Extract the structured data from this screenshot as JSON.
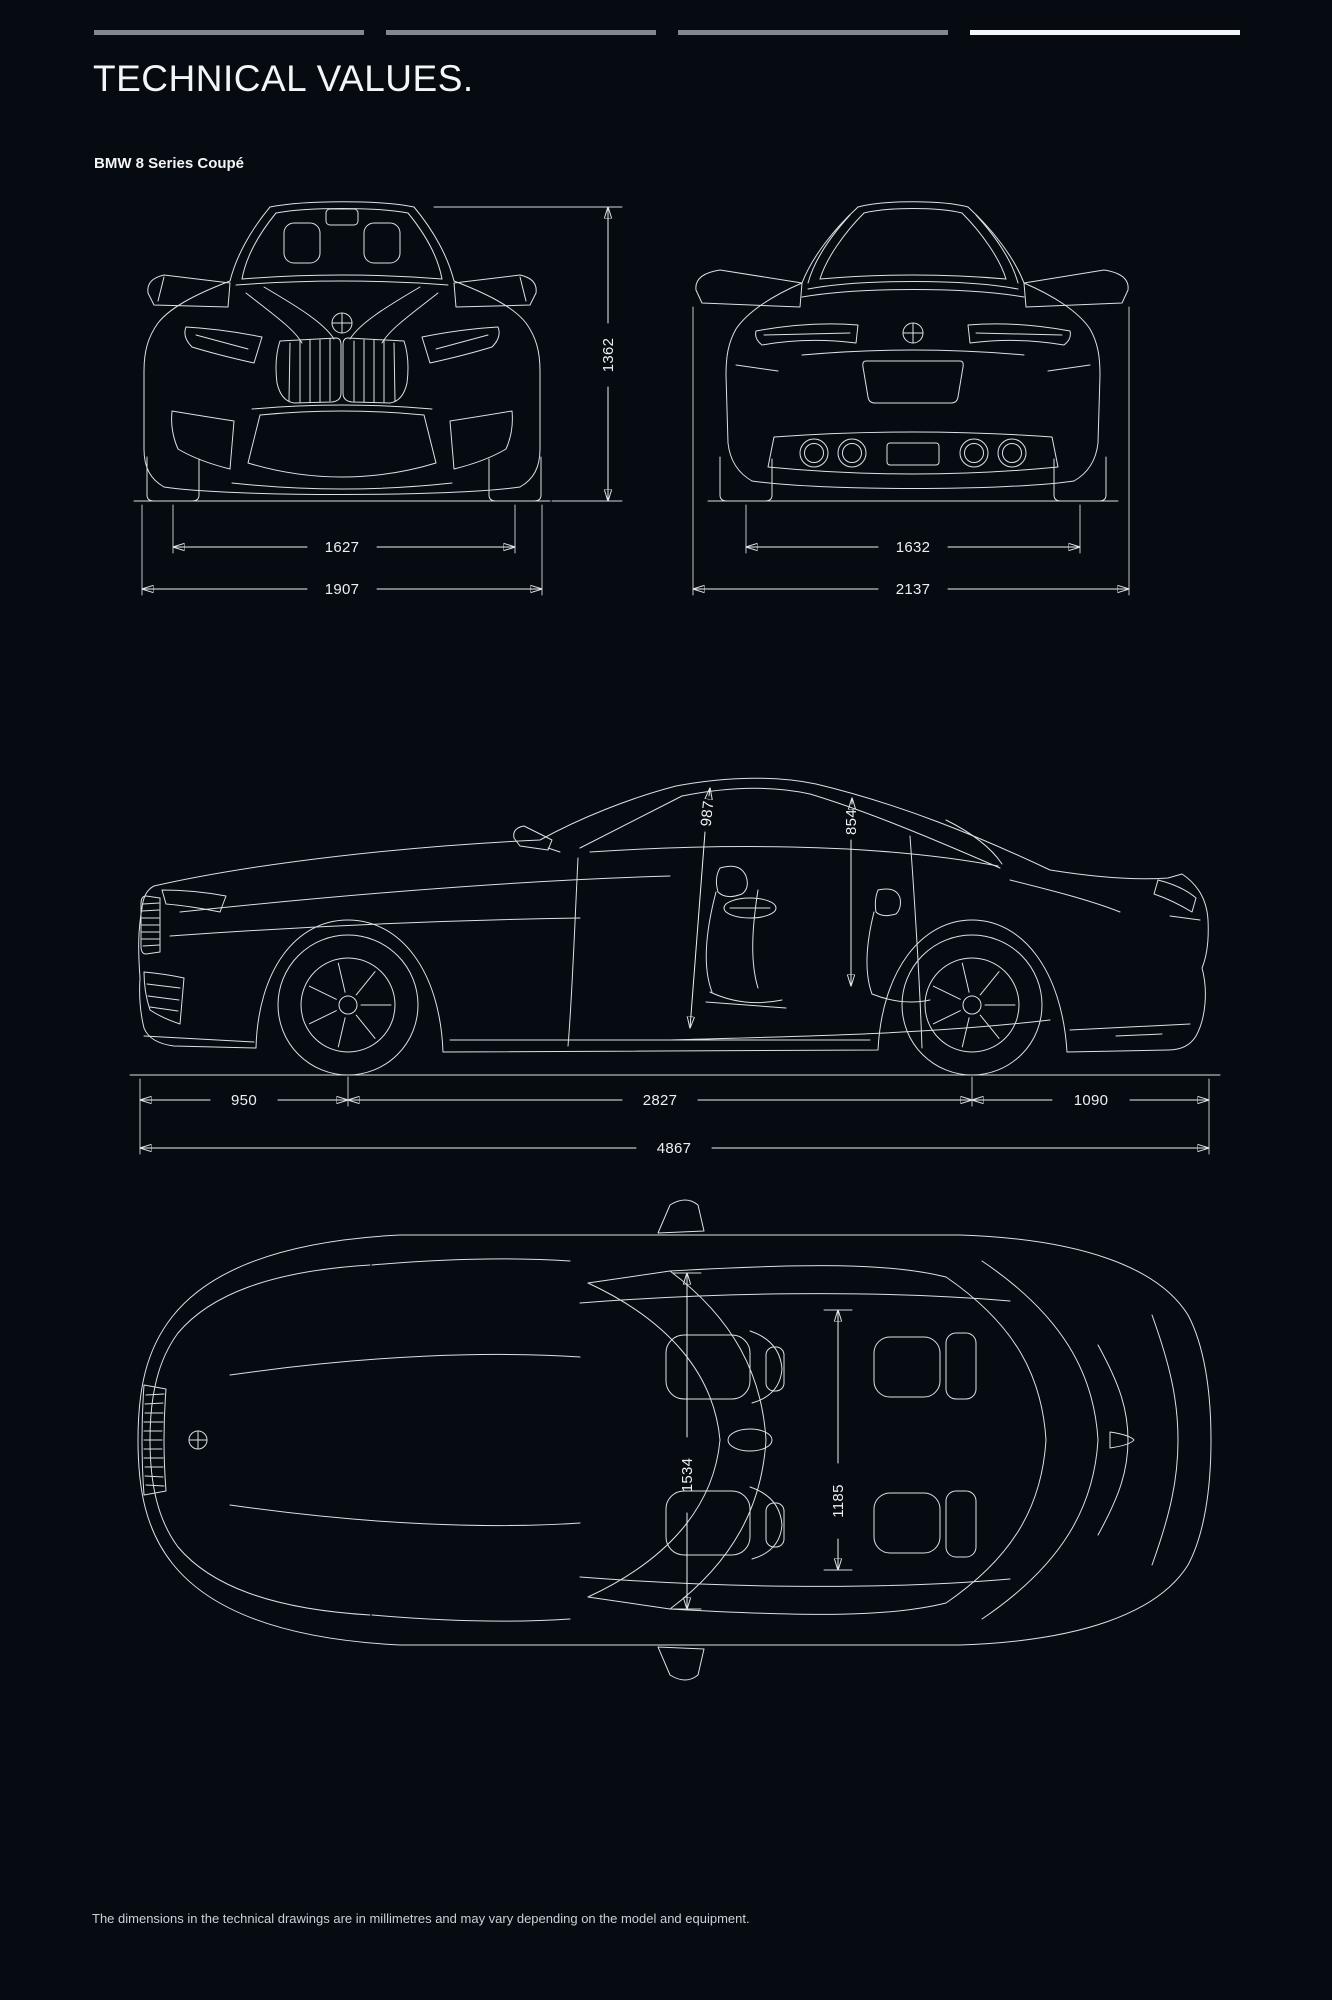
{
  "theme": {
    "background": "#060a11",
    "line_color": "#dce1e5",
    "dimension_color": "#eef1f4",
    "progress_inactive": "#84888e",
    "progress_active": "#f4f6f8"
  },
  "header": {
    "title": "TECHNICAL VALUES.",
    "subtitle": "BMW 8 Series Coupé",
    "progress": {
      "total": 4,
      "active_index": 3
    }
  },
  "views": {
    "front": {
      "height_mm": "1362",
      "track_width_mm": "1627",
      "overall_width_mm": "1907"
    },
    "rear": {
      "track_width_mm": "1632",
      "overall_width_mm": "2137"
    },
    "side": {
      "headroom_front_mm": "987",
      "headroom_rear_mm": "854",
      "front_overhang_mm": "950",
      "wheelbase_mm": "2827",
      "rear_overhang_mm": "1090",
      "overall_length_mm": "4867"
    },
    "top": {
      "interior_width_front_mm": "1534",
      "interior_width_rear_mm": "1185"
    }
  },
  "footnote": "The dimensions in the technical drawings are in millimetres and may vary depending on the model and equipment."
}
